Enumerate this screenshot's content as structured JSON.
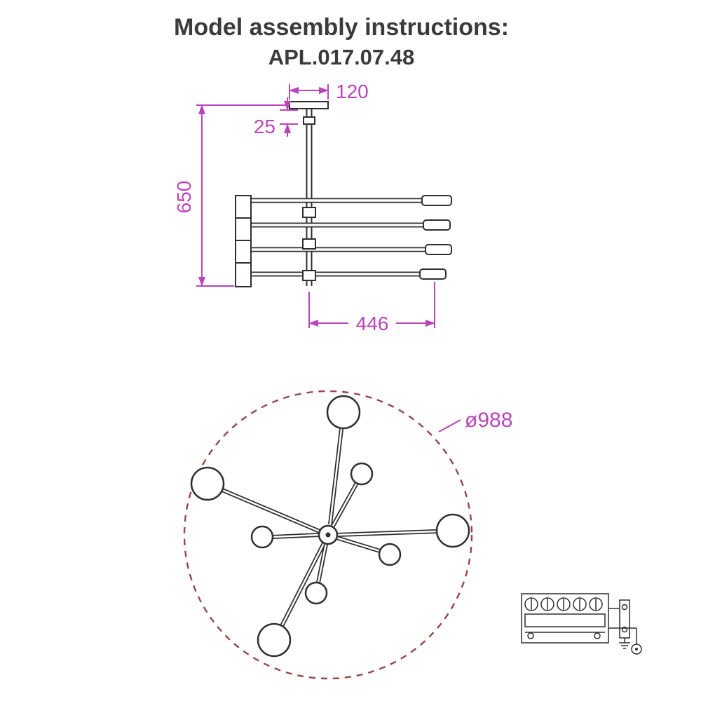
{
  "title": {
    "line1": "Model assembly instructions:",
    "line2": "APL.017.07.48"
  },
  "side_view": {
    "dim_plate_width": "120",
    "dim_hang_offset": "25",
    "dim_height": "650",
    "dim_arm_length": "446"
  },
  "plan_view": {
    "dim_diameter": "ø988"
  },
  "colors": {
    "ink": "#2f2f2f",
    "dimension": "#bb44bb",
    "dashed": "#9a4444",
    "background": "#ffffff",
    "title_color": "#3b3b3b"
  }
}
